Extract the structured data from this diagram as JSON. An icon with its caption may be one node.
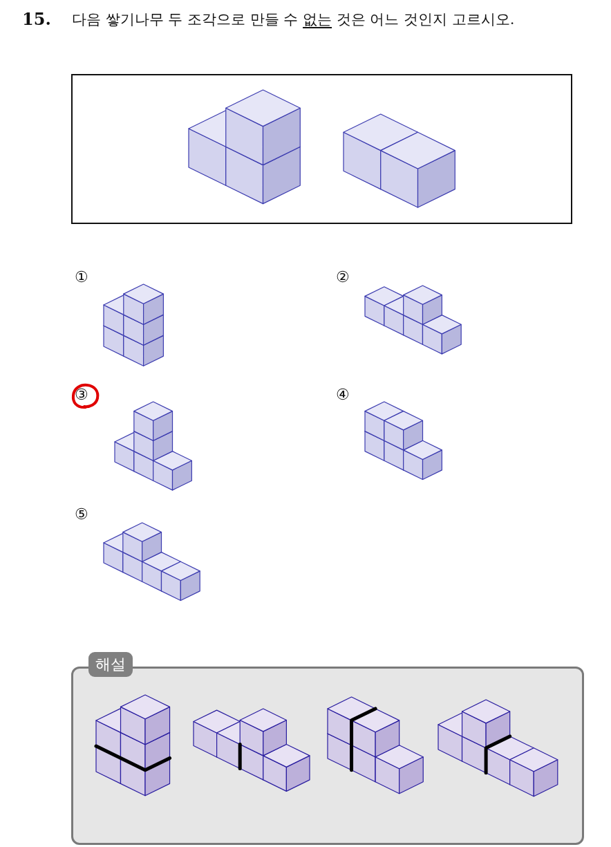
{
  "diagram": {
    "nodes": [
      {
        "text": [
          "해설"
        ]
      }
    ],
    "labels": [
      "15.",
      "다음 쌓기나무 두 조각으로 만들 수 **없는** 것은 어느 것인지 고르시오.",
      "①",
      "②",
      "③",
      "④",
      "⑤"
    ]
  }
}
